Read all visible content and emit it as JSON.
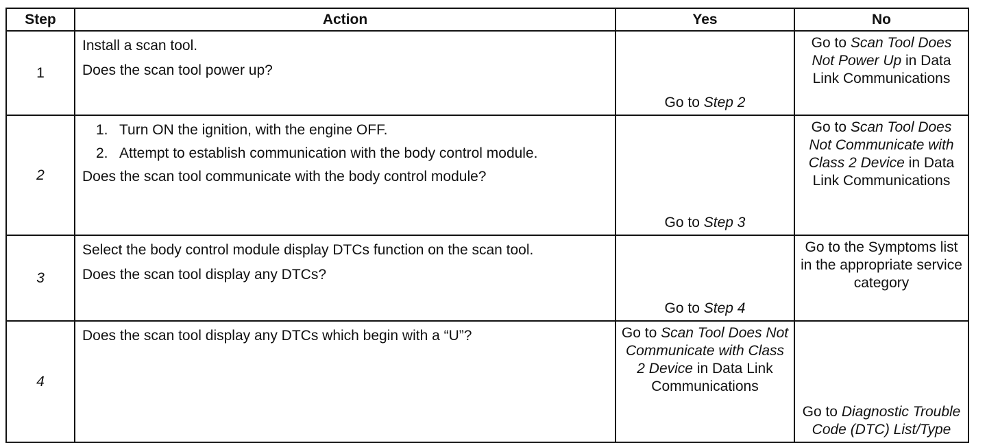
{
  "headers": {
    "step": "Step",
    "action": "Action",
    "yes": "Yes",
    "no": "No"
  },
  "rows": [
    {
      "step": "1",
      "action": [
        "Install a scan tool.",
        "Does the scan tool power up?"
      ],
      "yes": {
        "pre": "Go to ",
        "ref": "Step 2"
      },
      "no": {
        "pre": "Go to ",
        "ref": "Scan Tool Does Not Power Up",
        "post": " in Data Link Communications"
      }
    },
    {
      "step": "2",
      "list": [
        {
          "num": "1.",
          "text": "Turn ON the ignition, with the engine OFF."
        },
        {
          "num": "2.",
          "text": "Attempt to establish communication with the body control module."
        }
      ],
      "question": "Does the scan tool communicate with the body control module?",
      "yes": {
        "pre": "Go to ",
        "ref": "Step 3"
      },
      "no": {
        "pre": "Go to ",
        "ref": "Scan Tool Does Not Communicate with Class 2 Device",
        "post": " in Data Link Communications"
      }
    },
    {
      "step": "3",
      "action": [
        "Select the body control module display DTCs function on the scan tool.",
        "Does the scan tool display any DTCs?"
      ],
      "yes": {
        "pre": "Go to ",
        "ref": "Step 4"
      },
      "no": {
        "text": "Go to the Symptoms list in the appropriate service category"
      }
    },
    {
      "step": "4",
      "action": [
        "Does the scan tool display any DTCs which begin with a “U”?"
      ],
      "yes": {
        "pre": "Go to ",
        "ref": "Scan Tool Does Not Communicate with Class 2 Device",
        "post": " in Data Link Communications"
      },
      "no": {
        "pre": "Go to ",
        "ref": "Diagnostic Trouble Code (DTC) List/Type"
      }
    }
  ]
}
